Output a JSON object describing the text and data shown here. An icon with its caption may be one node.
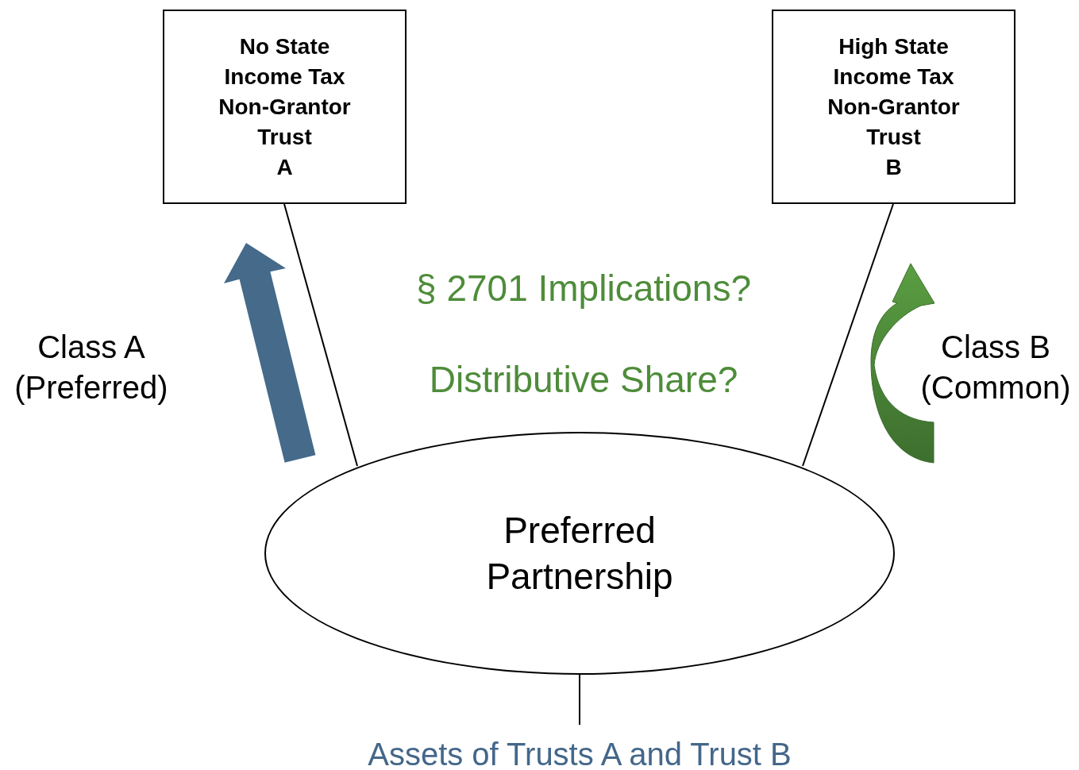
{
  "diagram": {
    "nodes": [
      {
        "text": [
          "No State Income Tax Non-Grantor Trust",
          "A"
        ]
      },
      {
        "text": [
          "High State Income Tax Non-Grantor Trust",
          "B"
        ]
      },
      {
        "text": [
          "Preferred Partnership"
        ]
      },
      {
        "text": [
          "Assets of Trusts A and Trust B"
        ]
      }
    ],
    "edges": [
      {
        "from": 0,
        "to": 2,
        "arrow": "none"
      },
      {
        "from": 1,
        "to": 2,
        "arrow": "none"
      },
      {
        "from": 2,
        "to": 3,
        "arrow": "none"
      }
    ],
    "labels": [
      "§ 2701 Implications?",
      "Class A (Preferred)",
      "Distributive Share?",
      "Class B (Common)"
    ]
  }
}
